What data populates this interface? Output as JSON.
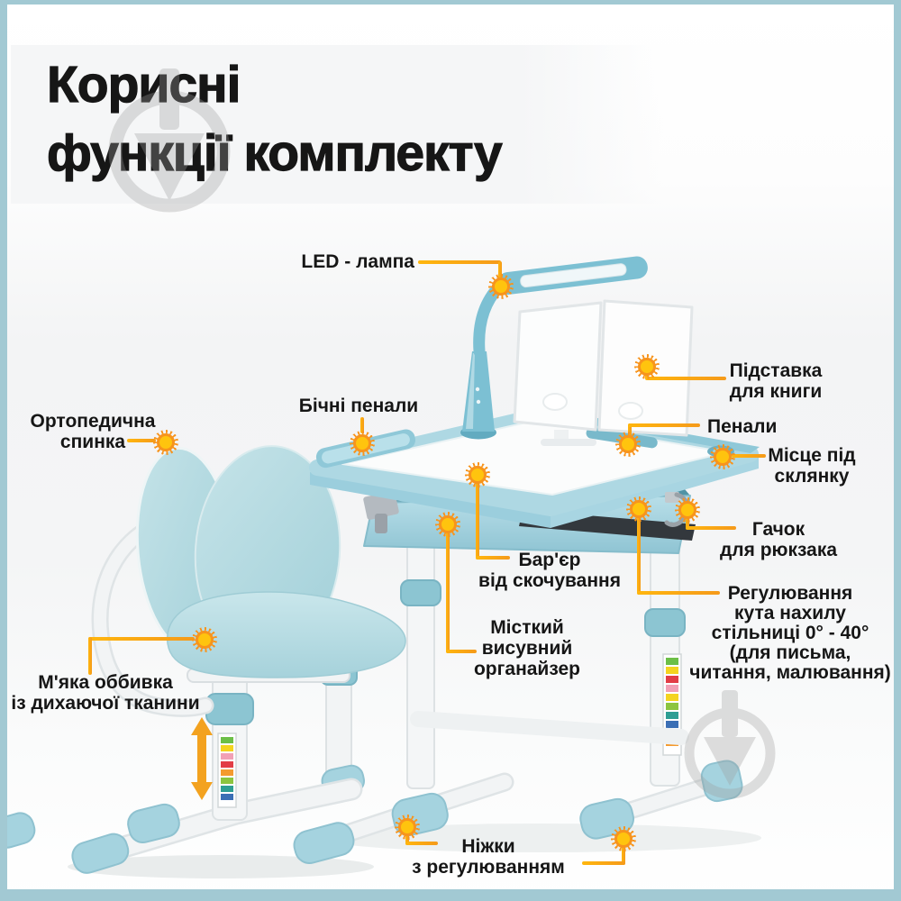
{
  "title": {
    "line1": "Корисні",
    "line2": "функції комплекту"
  },
  "labels": {
    "led_lamp": {
      "lines": [
        "LED - лампа"
      ]
    },
    "side_pencil_trays": {
      "lines": [
        "Бічні пенали"
      ]
    },
    "book_stand": {
      "lines": [
        "Підставка",
        "для книги"
      ]
    },
    "pencil_trays": {
      "lines": [
        "Пенали"
      ]
    },
    "cup_holder": {
      "lines": [
        "Місце під",
        "склянку"
      ]
    },
    "backpack_hook": {
      "lines": [
        "Гачок",
        "для рюкзака"
      ]
    },
    "tilt_adjustment": {
      "lines": [
        "Регулювання",
        "кута нахилу",
        "стільниці 0° - 40°",
        "(для письма,",
        "читання, малювання)"
      ]
    },
    "anti_roll_barrier": {
      "lines": [
        "Бар'єр",
        "від скочування"
      ]
    },
    "organizer": {
      "lines": [
        "Місткий",
        "висувний",
        "органайзер"
      ]
    },
    "orthopedic_backrest": {
      "lines": [
        "Ортопедична",
        "спинка"
      ]
    },
    "soft_upholstery": {
      "lines": [
        "М'яка оббивка",
        "із дихаючої тканини"
      ]
    },
    "adjustable_feet": {
      "lines": [
        "Ніжки",
        "з регулюванням"
      ]
    }
  },
  "icons": {
    "feature_marker": "sun-burst-marker",
    "watermark": "circle-down-arrow-logo",
    "height_arrow": "vertical-double-arrow"
  },
  "colors": {
    "accent_line": "#F9A11B",
    "marker_fill": "#FFC40E",
    "marker_rim": "#F7941D",
    "frame_border": "#A2C9D3",
    "furniture_light_blue": "#B5DCE4",
    "furniture_teal": "#7CC0D3",
    "drawer_interior": "#4F93A5",
    "text": "#161616",
    "watermark_gray": "#9E9E9E"
  }
}
